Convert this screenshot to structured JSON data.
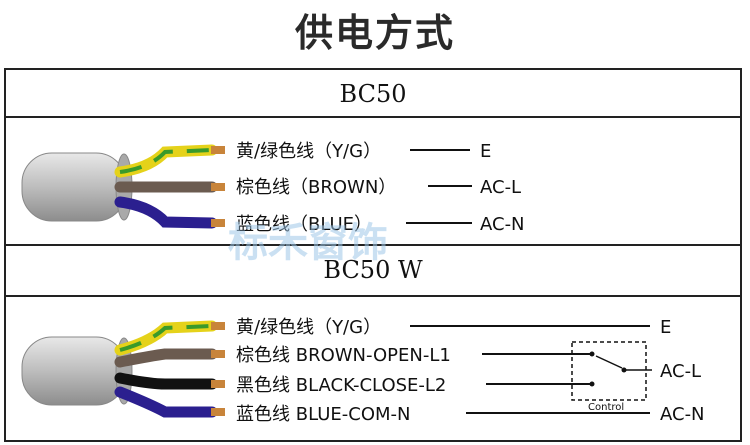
{
  "title": "供电方式",
  "sections": [
    {
      "name": "BC50",
      "wires": [
        {
          "label": "黄/绿色线（Y/G）",
          "terminal": "E",
          "color": "yellow-green"
        },
        {
          "label": "棕色线（BROWN）",
          "terminal": "AC-L",
          "color": "#6b5b50"
        },
        {
          "label": "蓝色线（BLUE）",
          "terminal": "AC-N",
          "color": "#2b1f8f"
        }
      ]
    },
    {
      "name": "BC50  W",
      "wires": [
        {
          "label": "黄/绿色线（Y/G）",
          "terminal": "E",
          "color": "yellow-green"
        },
        {
          "label": "棕色线 BROWN-OPEN-L1",
          "color": "#6b5b50"
        },
        {
          "label": "黑色线 BLACK-CLOSE-L2",
          "color": "#111111"
        },
        {
          "label": "蓝色线 BLUE-COM-N",
          "terminal": "AC-N",
          "color": "#2b1f8f"
        }
      ],
      "switch_terminal": "AC-L",
      "control_label": "Control"
    }
  ],
  "watermark": "标禾窗饰",
  "colors": {
    "copper": "#c8843a",
    "yellow": "#e5d21a",
    "green": "#3a9a2a",
    "cable": "#c9c9c9"
  }
}
